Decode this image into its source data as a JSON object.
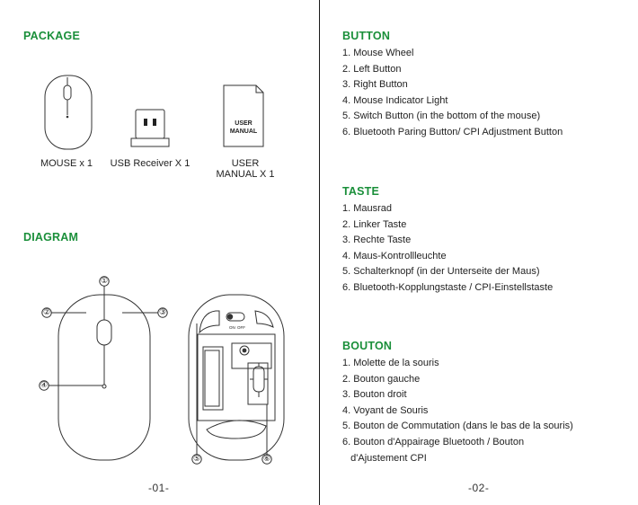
{
  "left_page": {
    "package_heading": "PACKAGE",
    "items": [
      {
        "caption": "MOUSE x 1",
        "icon": "mouse-top-icon"
      },
      {
        "caption": "USB Receiver X 1",
        "icon": "usb-receiver-icon"
      },
      {
        "caption_line1": "USER",
        "caption_line2": "MANUAL X 1",
        "icon": "user-manual-icon",
        "booklet_line1": "USER",
        "booklet_line2": "MANUAL"
      }
    ],
    "diagram_heading": "DIAGRAM",
    "callouts": [
      "①",
      "②",
      "③",
      "④",
      "⑤",
      "⑥"
    ],
    "switch_on": "ON",
    "switch_off": "OFF",
    "page_number": "-01-"
  },
  "right_page": {
    "sections": [
      {
        "heading": "BUTTON",
        "items": [
          "1. Mouse Wheel",
          "2. Left Button",
          "3. Right Button",
          "4. Mouse Indicator Light",
          "5. Switch Button (in the bottom of the mouse)",
          "6. Bluetooth Paring Button/ CPI Adjustment Button"
        ]
      },
      {
        "heading": "TASTE",
        "items": [
          "1. Mausrad",
          "2. Linker Taste",
          "3. Rechte Taste",
          "4. Maus-Kontrollleuchte",
          "5. Schalterknopf (in der Unterseite der Maus)",
          "6. Bluetooth-Kopplungstaste / CPI-Einstellstaste"
        ]
      },
      {
        "heading": "BOUTON",
        "items": [
          "1. Molette de la souris",
          "2. Bouton gauche",
          "3. Bouton droit",
          "4. Voyant de Souris",
          "5. Bouton de Commutation (dans le bas de la souris)",
          "6. Bouton d'Appairage Bluetooth / Bouton",
          "   d'Ajustement CPI"
        ]
      }
    ],
    "page_number": "-02-"
  },
  "colors": {
    "heading": "#1a8f3a",
    "line": "#333333",
    "divider": "#1a1a1a"
  }
}
